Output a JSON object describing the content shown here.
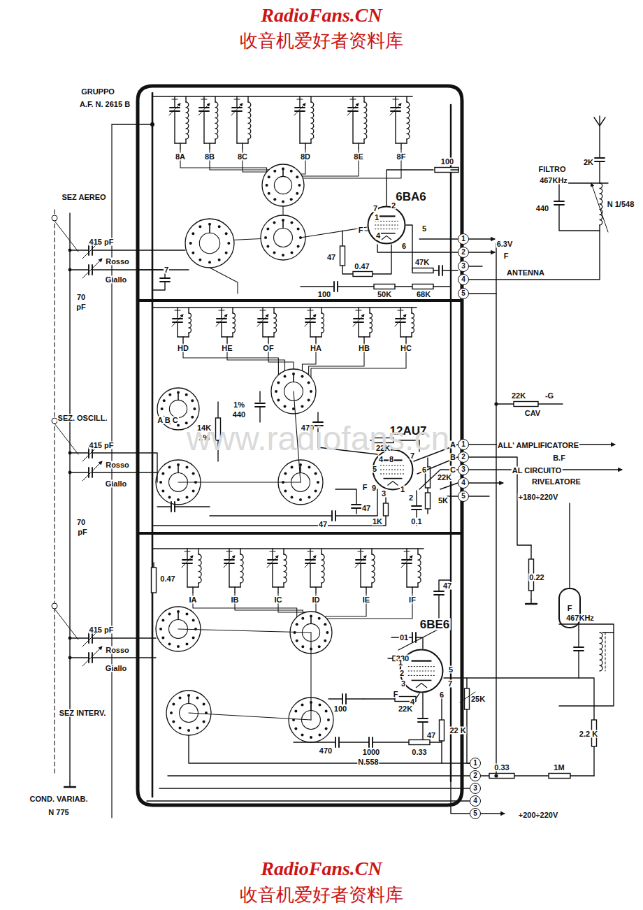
{
  "diagram": {
    "nodes": [
      {
        "text": [
          "6BA6"
        ]
      },
      {
        "text": [
          "1"
        ]
      },
      {
        "text": [
          "2"
        ]
      },
      {
        "text": [
          "3"
        ]
      },
      {
        "text": [
          "4"
        ]
      },
      {
        "text": [
          "5"
        ]
      },
      {
        "text": [
          "12AU7"
        ]
      },
      {
        "text": [
          "1"
        ]
      },
      {
        "text": [
          "2"
        ]
      },
      {
        "text": [
          "3"
        ]
      },
      {
        "text": [
          "4"
        ]
      },
      {
        "text": [
          "5"
        ]
      },
      {
        "text": [
          "6BE6"
        ]
      },
      {
        "text": [
          "1"
        ]
      },
      {
        "text": [
          "2"
        ]
      },
      {
        "text": [
          "3"
        ]
      },
      {
        "text": [
          "4"
        ]
      },
      {
        "text": [
          "5"
        ]
      }
    ],
    "labels": [
      "RadioFans.CN",
      "收音机爱好者资料库",
      "GRUPPO",
      "A.F. N. 2615 B",
      "SEZ AEREO",
      "415 pF",
      "Rosso",
      "Giallo",
      "70",
      "pF",
      "8A",
      "8B",
      "8C",
      "8D",
      "8E",
      "8F",
      "100",
      "2K",
      "FILTRO",
      "467KHz",
      "440",
      "N 1/548",
      "7",
      "7",
      "2",
      "1",
      "F",
      "4",
      "5",
      "6",
      "47",
      "0.47",
      "47K",
      "100",
      "50K",
      "68K",
      "6.3V",
      "F",
      "ANTENNA",
      "SEZ. OSCILL.",
      "HD",
      "HE",
      "OF",
      "HA",
      "HB",
      "HC",
      "A B C",
      "1%",
      "440",
      "14K",
      "1%",
      "470",
      "22K",
      "4",
      "5",
      "8",
      "7",
      "6",
      "F",
      "9",
      "3",
      "1",
      "2",
      "22K",
      "5K",
      "47",
      "1K",
      "0.1",
      "47",
      "A",
      "B",
      "C",
      "ALL' AMPLIFICATORE",
      "B.F",
      "AL CIRCUITO",
      "RIVELATORE",
      "+180÷220V",
      "22K",
      "-G",
      "CAV",
      "415 pF",
      "Rosso",
      "Giallo",
      "70",
      "pF",
      "0.22",
      "F",
      "IA",
      "IB",
      "IC",
      "ID",
      "IE",
      "IF",
      "0.47",
      "47",
      "SEZ INTERV.",
      "415 pF",
      "Rosso",
      "Giallo",
      "467KHz",
      "01",
      "330",
      "1",
      "2",
      "3",
      "F",
      "4",
      "5",
      "6",
      "7",
      "25K",
      "22K",
      "100",
      "22 K",
      "47",
      "0.33",
      "470",
      "1000",
      "N.558",
      "2.2 K",
      "0.33",
      "1M",
      "+200÷220V",
      "COND. VARIAB.",
      "N 775",
      "RadioFans.CN",
      "收音机爱好者资料库",
      "www.radiofans.cn"
    ]
  }
}
